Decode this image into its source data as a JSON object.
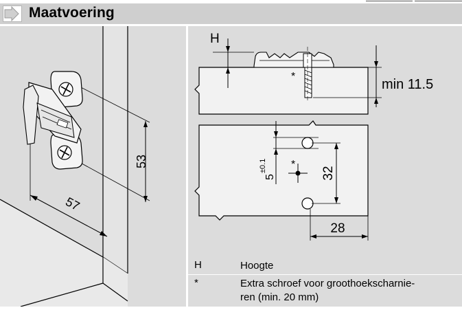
{
  "header": {
    "title": "Maatvoering"
  },
  "dimensions": {
    "height_label": "H",
    "hinge_height": "53",
    "hinge_width": "57",
    "min_thickness": "min 11.5",
    "offset_value": "5",
    "offset_tolerance": "±0.1",
    "hole_spacing": "32",
    "edge_distance": "28",
    "asterisk_mark": "*"
  },
  "legend": {
    "rows": [
      {
        "key": "H",
        "value": "Hoogte"
      },
      {
        "key": "*",
        "value_line1": "Extra schroef voor groothoekscharnie-",
        "value_line2": "ren (min. 20 mm)"
      }
    ]
  }
}
